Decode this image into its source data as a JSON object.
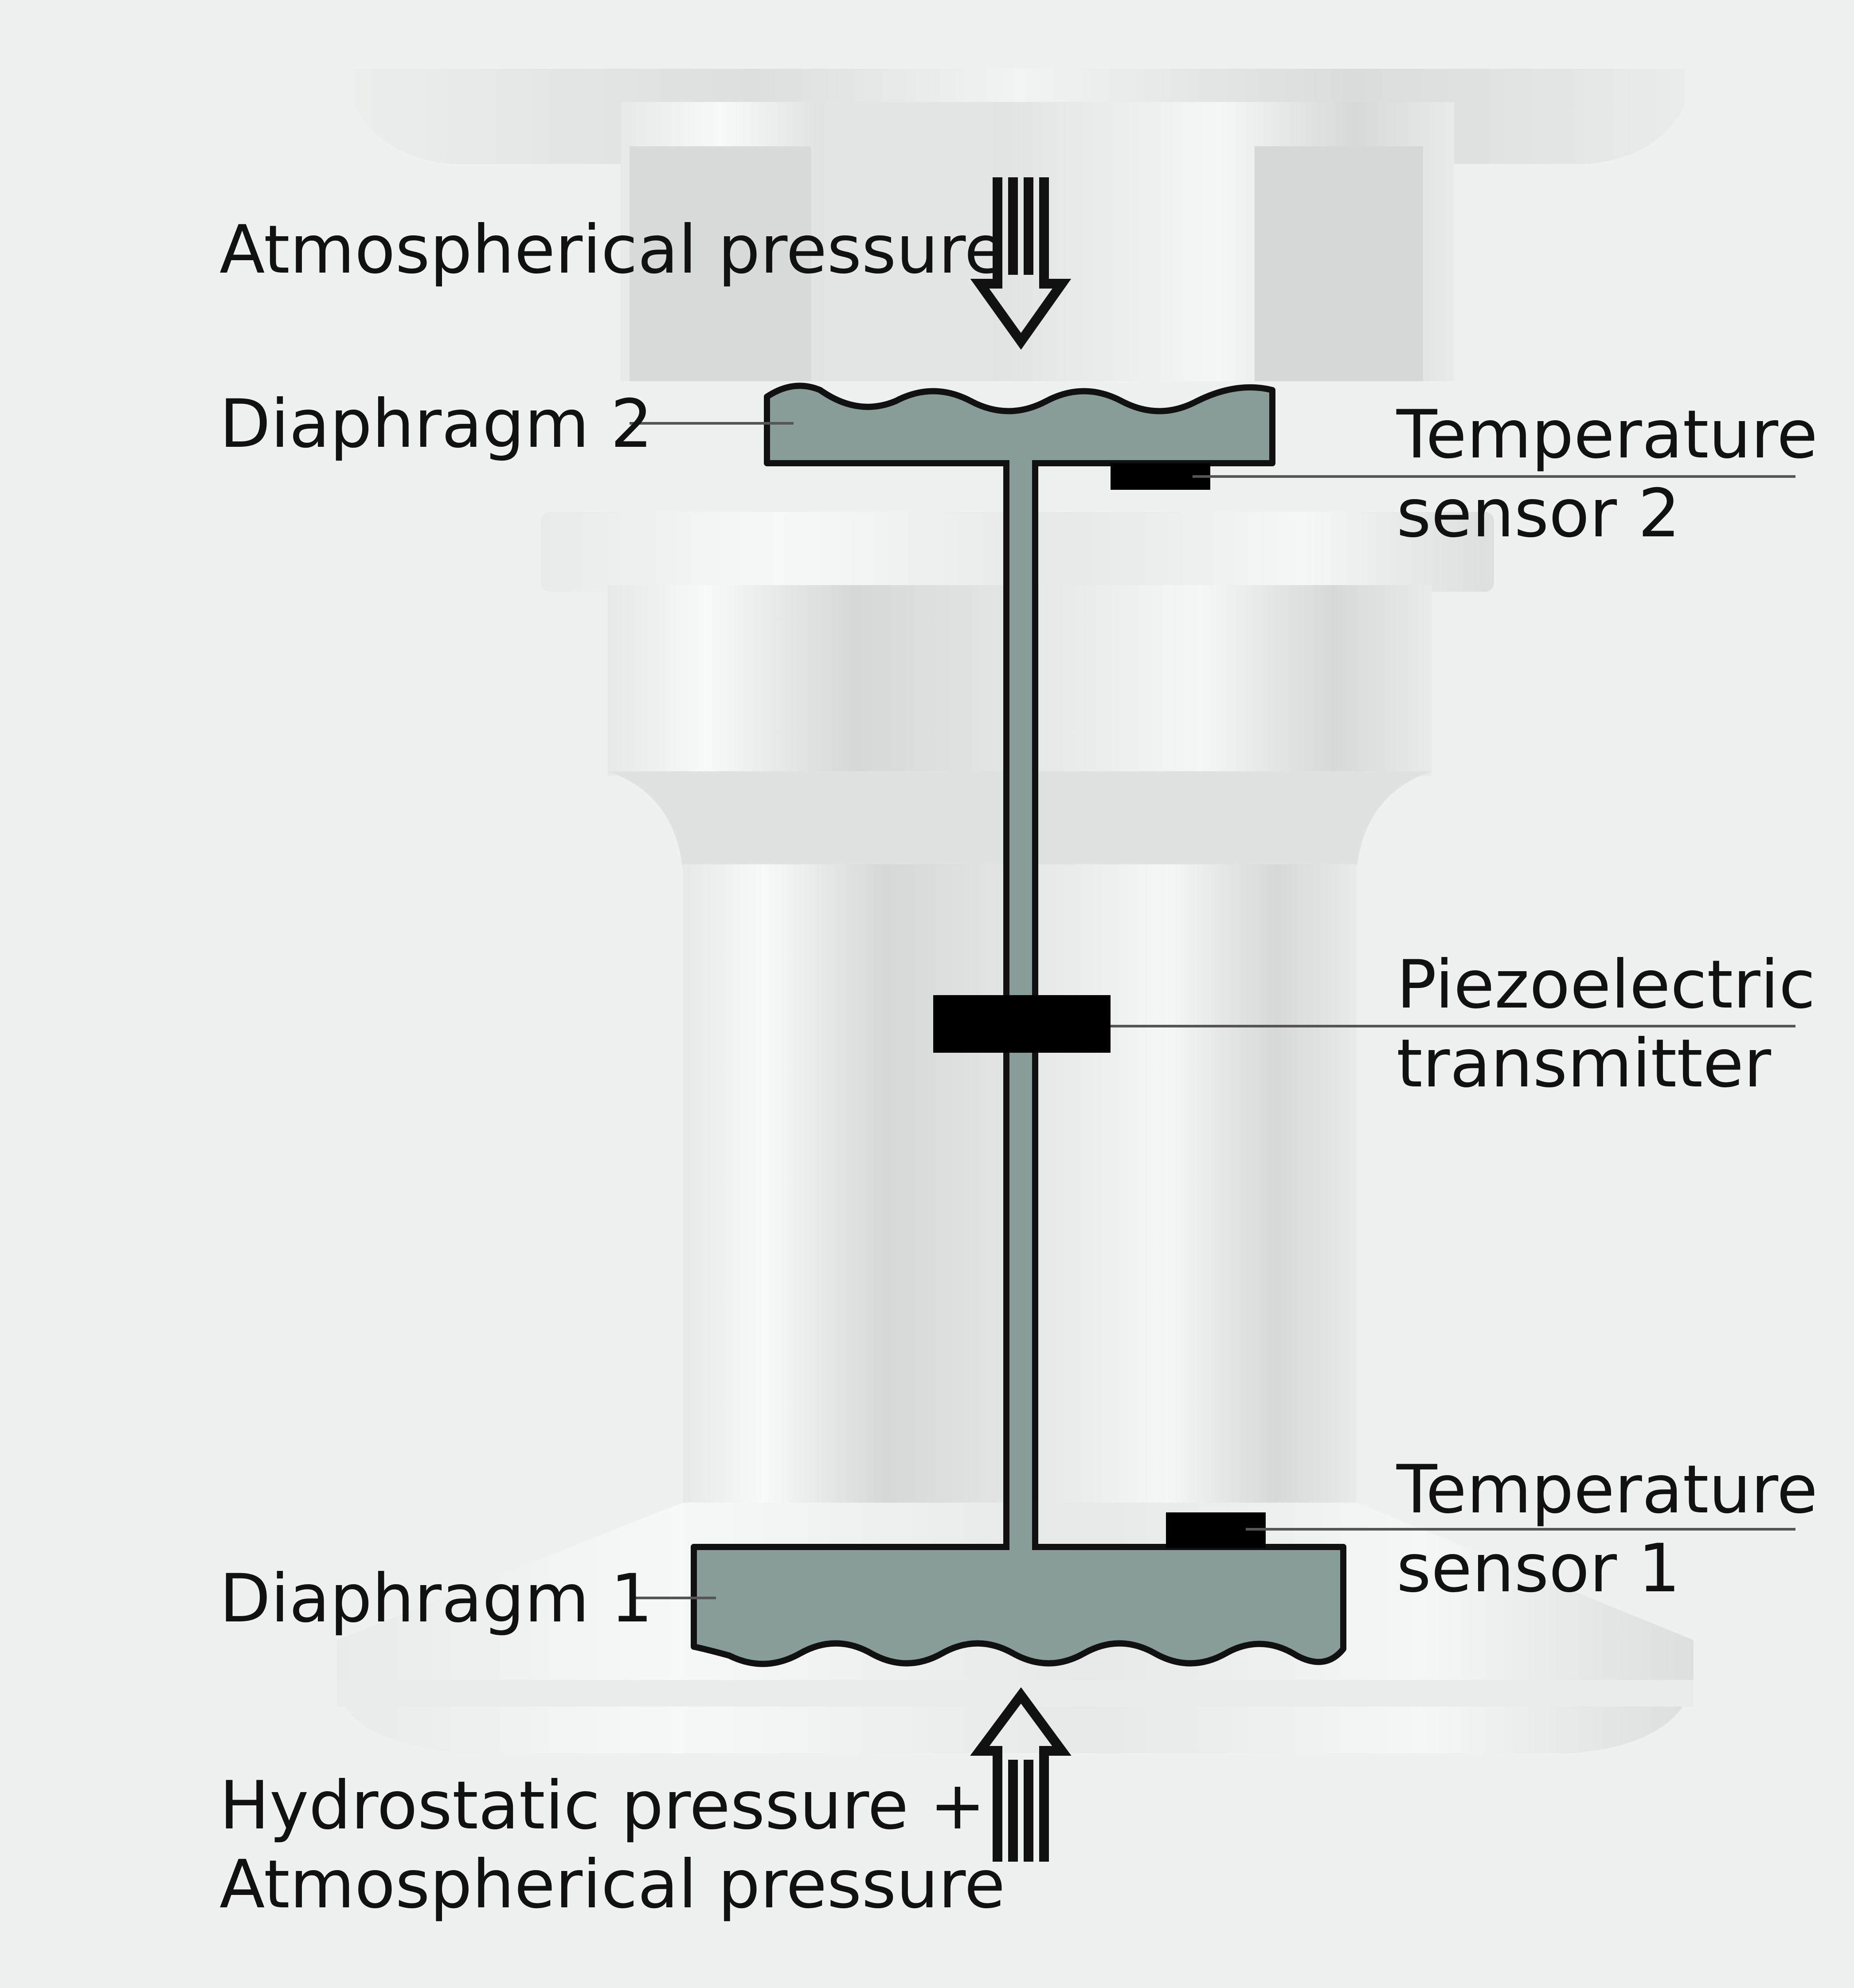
{
  "labels": {
    "atmospherical_pressure": "Atmospherical pressure",
    "diaphragm_2": "Diaphragm 2",
    "temperature_sensor_2": [
      "Temperature",
      "sensor 2"
    ],
    "piezoelectric_transmitter": [
      "Piezoelectric",
      "transmitter"
    ],
    "temperature_sensor_1": [
      "Temperature",
      "sensor 1"
    ],
    "diaphragm_1": "Diaphragm 1",
    "hydrostatic_plus_atmospherical": [
      "Hydrostatic pressure +",
      "Atmospherical pressure"
    ]
  },
  "colors": {
    "background": "#eff1f0",
    "diaphragm_fill": "#889d99",
    "outline": "#111111",
    "sensor": "#000000",
    "leader_line": "#555555",
    "housing_light": "#f6f7f7",
    "housing_mid": "#e1e4e3",
    "housing_shadow": "#cfd2d1"
  }
}
